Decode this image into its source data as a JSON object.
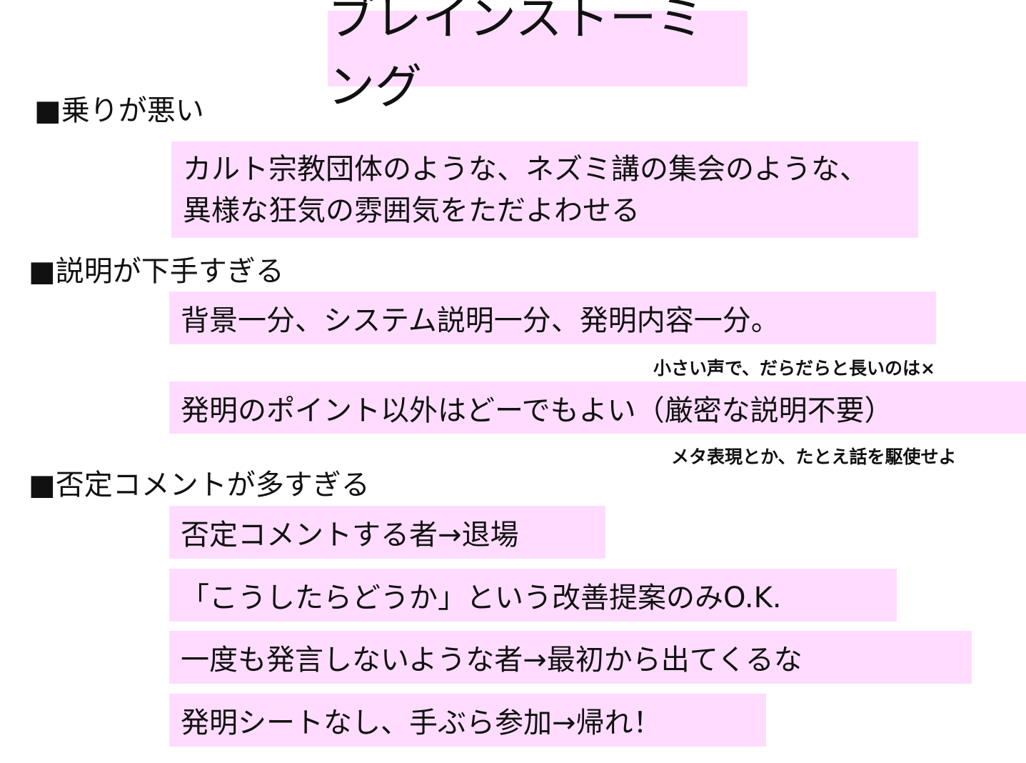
{
  "title": "ブレインストーミング",
  "sections": [
    {
      "heading": "■乗りが悪い",
      "items": [
        {
          "lines": [
            "カルト宗教団体のような、ネズミ講の集会のような、",
            "異様な狂気の雰囲気をただよわせる"
          ]
        }
      ]
    },
    {
      "heading": "■説明が下手すぎる",
      "items": [
        {
          "text": "背景一分、システム説明一分、発明内容一分。"
        },
        {
          "text": "発明のポイント以外はどーでもよい（厳密な説明不要）"
        }
      ],
      "notes": [
        "小さい声で、だらだらと長いのは×",
        "メタ表現とか、たとえ話を駆使せよ"
      ]
    },
    {
      "heading": "■否定コメントが多すぎる",
      "items": [
        {
          "text": "否定コメントする者→退場"
        },
        {
          "text": "「こうしたらどうか」という改善提案のみO.K."
        },
        {
          "text": "一度も発言しないような者→最初から出てくるな"
        },
        {
          "text": "発明シートなし、手ぶら参加→帰れ！"
        }
      ]
    }
  ],
  "colors": {
    "highlight": "#FFDCFF"
  }
}
